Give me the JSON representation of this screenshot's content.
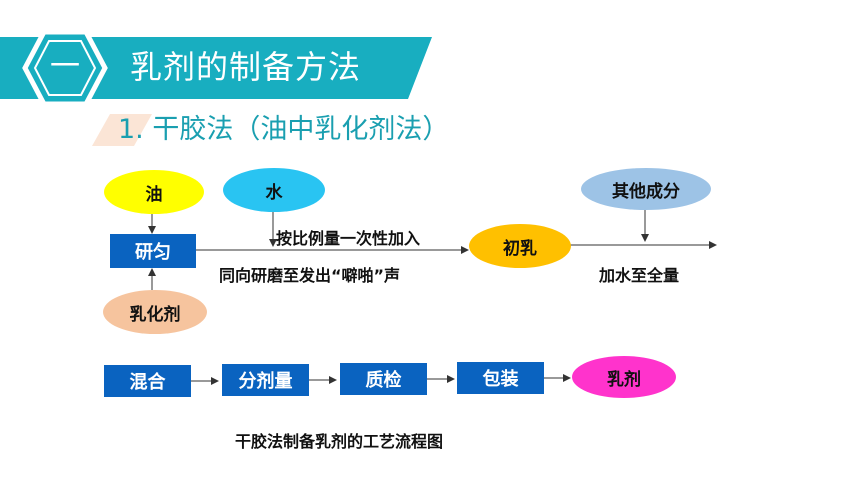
{
  "header": {
    "number": "一",
    "title": "乳剂的制备方法",
    "subtitle": "1. 干胶法（油中乳化剂法）"
  },
  "diagram": {
    "oil": "油",
    "water": "水",
    "grind": "研匀",
    "emulsifier": "乳化剂",
    "step_note_1": "按比例量一次性加入",
    "step_note_2": "同向研磨至发出“噼啪”声",
    "primary_emulsion": "初乳",
    "others": "其他成分",
    "dilute_note": "加水至全量",
    "process": [
      "混合",
      "分剂量",
      "质检",
      "包装"
    ],
    "product": "乳剂",
    "caption": "干胶法制备乳剂的工艺流程图"
  },
  "colors": {
    "banner": "#18aec0",
    "oil": "#ffff00",
    "water": "#29c4f2",
    "emulsifier": "#f6c49e",
    "primary": "#ffc000",
    "others": "#9dc3e6",
    "product": "#ff33cc",
    "box": "#0a63c0"
  }
}
